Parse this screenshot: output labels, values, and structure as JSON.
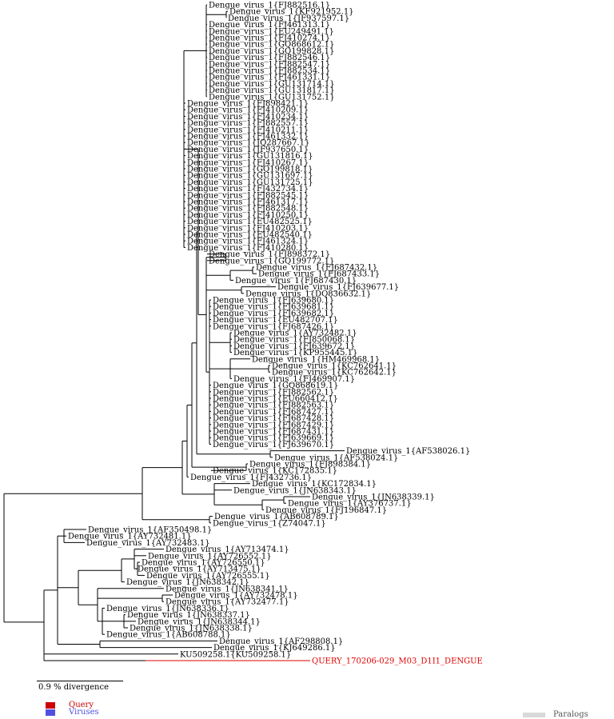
{
  "tree": {
    "leaves": [
      "Dengue_virus_1{FJ882516.1}",
      "Dengue_virus_1{KF921952.1}",
      "Dengue_virus_1{JF937597.1}",
      "Dengue_virus_1{FJ461313.1}",
      "Dengue_virus_1{EU249491.1}",
      "Dengue_virus_1{FJ410274.1}",
      "Dengue_virus_1{GQ868612.1}",
      "Dengue_virus_1{GQ199828.1}",
      "Dengue_virus_1{FJ882546.1}",
      "Dengue_virus_1{FJ882547.1}",
      "Dengue_virus_1{FJ882534.1}",
      "Dengue_virus_1{FJ461331.1}",
      "Dengue_virus_1{GU131714.1}",
      "Dengue_virus_1{GU131817.1}",
      "Dengue_virus_1{GU131752.1}",
      "Dengue_virus_1{FJ898421.1}",
      "Dengue_virus_1{FJ410209.1}",
      "Dengue_virus_1{FJ410234.1}",
      "Dengue_virus_1{FJ882557.1}",
      "Dengue_virus_1{FJ410211.1}",
      "Dengue_virus_1{FJ461332.1}",
      "Dengue_virus_1{JQ287667.1}",
      "Dengue_virus_1{JF937650.1}",
      "Dengue_virus_1{GU131816.1}",
      "Dengue_virus_1{FJ410267.1}",
      "Dengue_virus_1{GQ199818.1}",
      "Dengue_virus_1{GU131697.1}",
      "Dengue_virus_1{GU131725.1}",
      "Dengue_virus_1{FJ432734.1}",
      "Dengue_virus_1{FJ882545.1}",
      "Dengue_virus_1{FJ461317.1}",
      "Dengue_virus_1{FJ882548.1}",
      "Dengue_virus_1{FJ410250.1}",
      "Dengue_virus_1{EU482525.1}",
      "Dengue_virus_1{FJ410203.1}",
      "Dengue_virus_1{EU482540.1}",
      "Dengue_virus_1{FJ461324.1}",
      "Dengue_virus_1{FJ410280.1}",
      "Dengue_virus_1{FJ898372.1}",
      "Dengue_virus_1{GQ199772.1}",
      "Dengue_virus_1{FJ687432.1}",
      "Dengue_virus_1{FJ687433.1}",
      "Dengue_virus_1{FJ687430.1}",
      "Dengue_virus_1{FJ639677.1}",
      "Dengue_virus_1{DQ836632.1}",
      "Dengue_virus_1{FJ639680.1}",
      "Dengue_virus_1{FJ639681.1}",
      "Dengue_virus_1{FJ639682.1}",
      "Dengue_virus_1{EU482707.1}",
      "Dengue_virus_1{FJ687426.1}",
      "Dengue_virus_1{AY732482.1}",
      "Dengue_virus_1{FJ850068.1}",
      "Dengue_virus_1{FJ639672.1}",
      "Dengue_virus_1{KP955445.1}",
      "Dengue_virus_1{HM469968.1}",
      "Dengue_virus_1{KC762641.1}",
      "Dengue_virus_1{KC762642.1}",
      "Dengue_virus_1{FJ469907.1}",
      "Dengue_virus_1{GQ868619.1}",
      "Dengue_virus_1{FJ882562.1}",
      "Dengue_virus_1{EU660412.1}",
      "Dengue_virus_1{FJ882563.1}",
      "Dengue_virus_1{FJ687427.1}",
      "Dengue_virus_1{FJ687428.1}",
      "Dengue_virus_1{FJ687429.1}",
      "Dengue_virus_1{FJ687431.1}",
      "Dengue_virus_1{FJ639669.1}",
      "Dengue_virus_1{FJ639670.1}",
      "Dengue_virus_1{AF538026.1}",
      "Dengue_virus_1{AF538024.1}",
      "Dengue_virus_1{FJ898384.1}",
      "Dengue_virus_1{KC172835.1}",
      "Dengue_virus_1{FJ432736.1}",
      "Dengue_virus_1{KC172834.1}",
      "Dengue_virus_1{JN638343.1}",
      "Dengue_virus_1{JN638339.1}",
      "Dengue_virus_1{AY376737.1}",
      "Dengue_virus_1{FJ196847.1}",
      "Dengue_virus_1{AB608789.1}",
      "Dengue_virus_1{Z74047.1}",
      "Dengue_virus_1{AF350498.1}",
      "Dengue_virus_1{AY732481.1}",
      "Dengue_virus_1{AY732483.1}",
      "Dengue_virus_1{AY713474.1}",
      "Dengue_virus_1{AY726552.1}",
      "Dengue_virus_1{AY726550.1}",
      "Dengue_virus_1{AY713475.1}",
      "Dengue_virus_1{AY726555.1}",
      "Dengue_virus_1{JN638342.1}",
      "Dengue_virus_1{JN638341.1}",
      "Dengue_virus_1{AY732478.1}",
      "Dengue_virus_1{AY732477.1}",
      "Dengue_virus_1{JN638336.1}",
      "Dengue_virus_1{JN638337.1}",
      "Dengue_virus_1{JN638344.1}",
      "Dengue_virus_1{JN638338.1}",
      "Dengue_virus_1{AB608788.1}",
      "Dengue_virus_1{AF298808.1}",
      "Dengue_virus_1{KJ649286.1}",
      "KU509258.1{KU509258.1}",
      "QUERY_170206-029_M03_D1I1_DENGUE"
    ],
    "query_label": "QUERY_170206-029_M03_D1I1_DENGUE"
  },
  "scale_bar": {
    "label": "0.9 % divergence"
  },
  "legend": {
    "query": {
      "label": "Query",
      "color": "#cc0000"
    },
    "viruses": {
      "label": "Viruses",
      "color": "#5050e0"
    },
    "paralogs": {
      "label": "Paralogs",
      "color": "#d9d9d9"
    }
  },
  "colors": {
    "branch": "#000000",
    "query_branch": "#e00000"
  }
}
